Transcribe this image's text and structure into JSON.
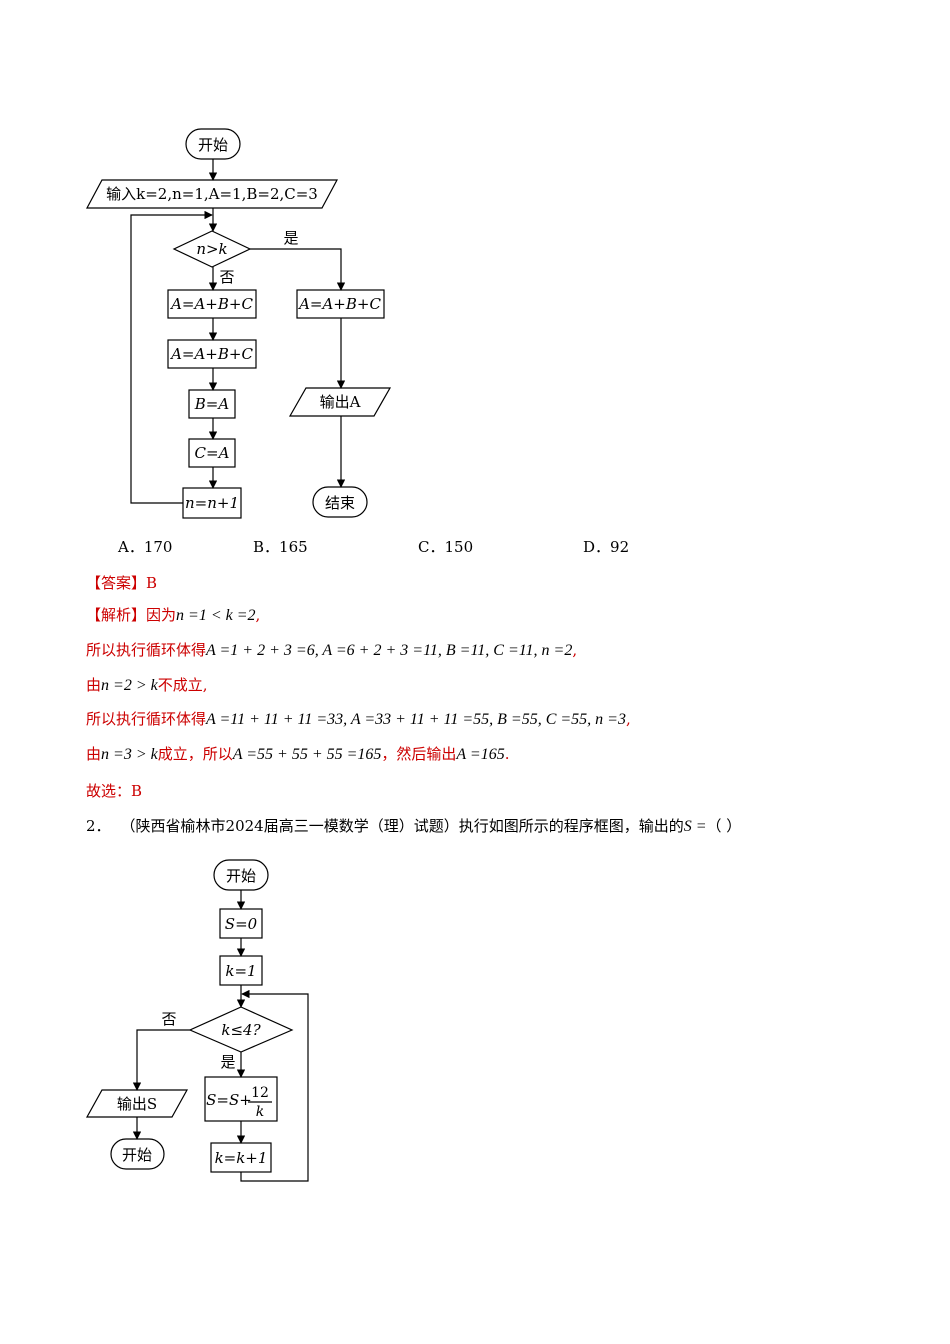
{
  "flow1": {
    "start": "开始",
    "input": "输入k=2,n=1,A=1,B=2,C=3",
    "cond": "n>k",
    "yes": "是",
    "no": "否",
    "step1": "A=A+B+C",
    "step2": "A=A+B+C",
    "step3": "B=A",
    "step4": "C=A",
    "step5": "n=n+1",
    "yes_step": "A=A+B+C",
    "output": "输出A",
    "end": "结束"
  },
  "options": [
    {
      "label": "A．170"
    },
    {
      "label": "B．165"
    },
    {
      "label": "C．150"
    },
    {
      "label": "D．92"
    }
  ],
  "answer": {
    "tag": "【答案】",
    "value": "B"
  },
  "analysis": {
    "tag": "【解析】",
    "l1_text": "因为",
    "l1_math": "n =1 < k =2",
    "l1_end": ",",
    "l2_text": "所以执行循环体得",
    "l2_math": "A =1 + 2 + 3 =6, A =6 + 2 + 3 =11, B =11, C =11, n =2",
    "l2_end": ",",
    "l3_text1": "由",
    "l3_math": "n =2 > k",
    "l3_text2": "不成立,",
    "l4_text": "所以执行循环体得",
    "l4_math": "A =11 + 11 + 11 =33, A =33 + 11 + 11 =55, B =55, C =55, n =3",
    "l4_end": ",",
    "l5_text1": "由",
    "l5_math1": "n =3 > k",
    "l5_text2": "成立，所以",
    "l5_math2": "A =55 + 55 + 55 =165",
    "l5_text3": "，然后输出",
    "l5_math3": "A =165",
    "l5_end": ".",
    "conclusion": "故选：B"
  },
  "question2": {
    "number": "2．",
    "text": "（陕西省榆林市2024届高三一模数学（理）试题）执行如图所示的程序框图，输出的",
    "math": "S =",
    "paren": "（    ）"
  },
  "flow2": {
    "start": "开始",
    "s0": "S=0",
    "k1": "k=1",
    "cond": "k≤4?",
    "no": "否",
    "yes": "是",
    "update_left": "S=S+",
    "frac_num": "12",
    "frac_den": "k",
    "inc": "k=k+1",
    "output": "输出S",
    "end": "开始"
  }
}
